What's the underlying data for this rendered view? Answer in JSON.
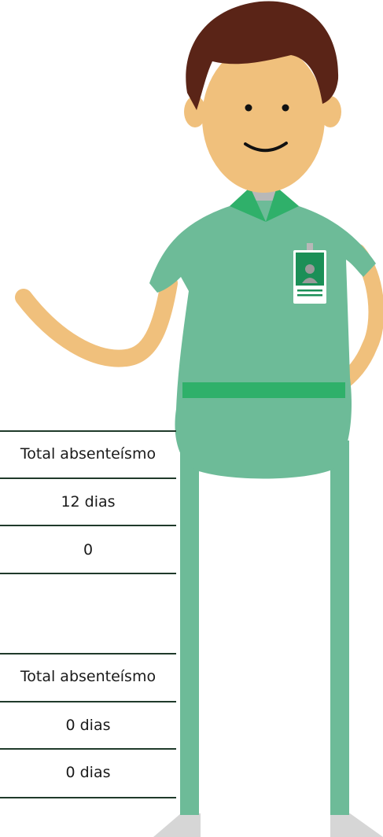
{
  "table_1": {
    "header": "Total absenteísmo",
    "rows": [
      "12 dias",
      "0"
    ]
  },
  "table_2": {
    "header": "Total absenteísmo",
    "rows": [
      "0 dias",
      "0 dias"
    ]
  },
  "illustration": {
    "description_icon": "nurse-character-illustration",
    "colors": {
      "hair": "#5a2417",
      "skin": "#f0c07c",
      "scrubs": "#6dbb98",
      "scrubs_accent": "#2fb06a",
      "badge": "#1b8f57",
      "shoes": "#d6d6d6"
    }
  }
}
